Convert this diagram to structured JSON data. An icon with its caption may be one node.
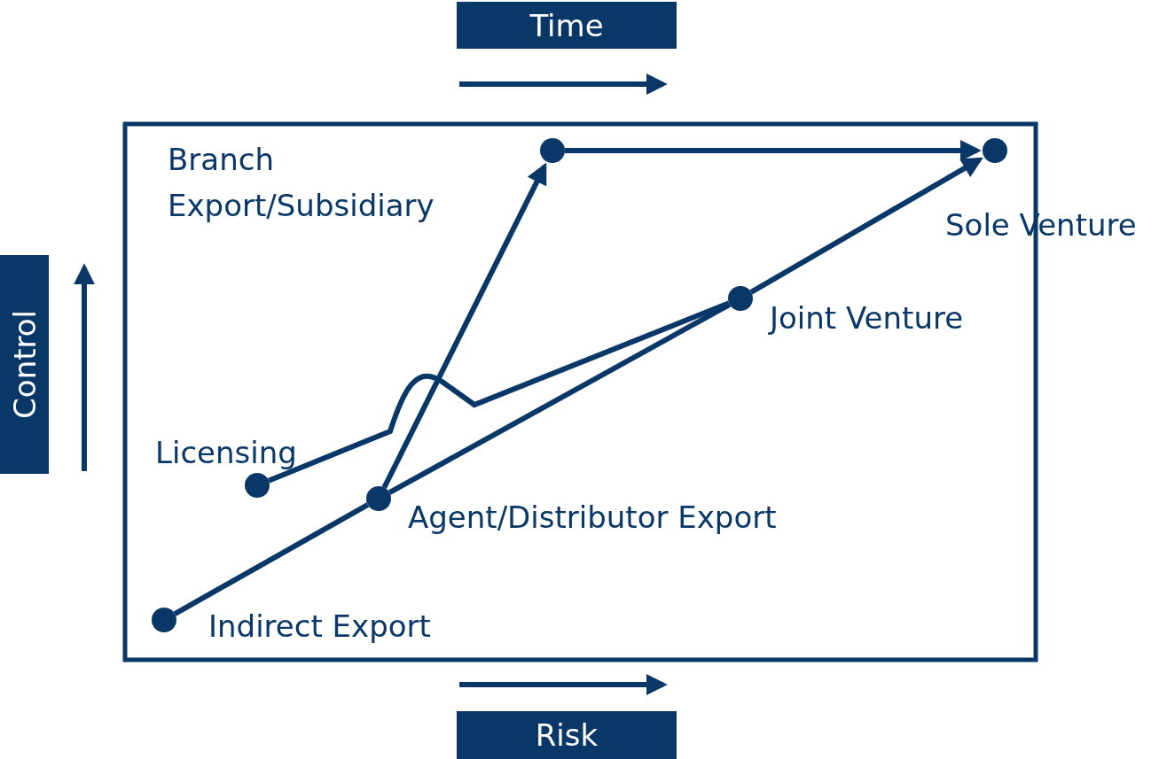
{
  "diagram": {
    "nodes": [
      {
        "text": [
          "Time"
        ]
      },
      {
        "text": [
          "Control"
        ]
      },
      {
        "text": [
          "Risk"
        ]
      },
      {
        "text": [],
        "shape": "circle",
        "beside": [
          "Indirect Export"
        ]
      },
      {
        "text": [],
        "shape": "circle",
        "beside": [
          "Licensing"
        ]
      },
      {
        "text": [],
        "shape": "circle",
        "beside": [
          "Agent/Distributor Export"
        ]
      },
      {
        "text": [],
        "shape": "circle",
        "beside": [
          "Branch Export/Subsidiary"
        ]
      },
      {
        "text": [],
        "shape": "circle",
        "beside": [
          "Joint Venture"
        ]
      },
      {
        "text": [],
        "shape": "circle",
        "beside": [
          "Sole Venture"
        ]
      }
    ],
    "edges": [
      {
        "from": 3,
        "to": 5,
        "arrow": "none"
      },
      {
        "from": 5,
        "to": 7,
        "arrow": "none"
      },
      {
        "from": 7,
        "to": 8,
        "arrow": "to"
      },
      {
        "from": 5,
        "to": 6,
        "arrow": "to"
      },
      {
        "from": 6,
        "to": 8,
        "arrow": "to"
      },
      {
        "from": 4,
        "to": 7,
        "arrow": "none"
      }
    ]
  }
}
